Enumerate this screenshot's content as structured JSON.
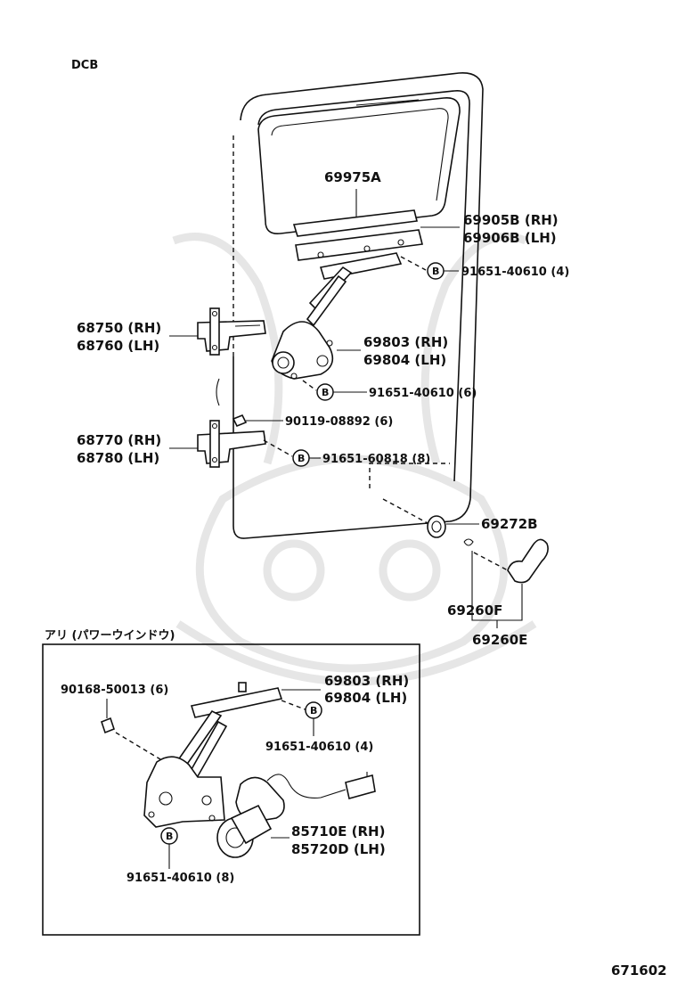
{
  "header": {
    "code": "DCB"
  },
  "labels": {
    "rail": "69975A",
    "channel_rh": "69905B (RH)",
    "channel_lh": "69906B (LH)",
    "bolt_top": "91651-40610 (4)",
    "upper_hinge_rh": "68750 (RH)",
    "upper_hinge_lh": "68760 (LH)",
    "regulator_rh": "69803 (RH)",
    "regulator_lh": "69804 (LH)",
    "bolt_mid": "91651-40610 (6)",
    "screw": "90119-08892 (6)",
    "lower_hinge_rh": "68770 (RH)",
    "lower_hinge_lh": "68780 (LH)",
    "bolt_lower": "91651-60818 (8)",
    "knob_washer": "69272B",
    "snap_ring": "69260F",
    "handle": "69260E"
  },
  "inset": {
    "title": "アリ (パワーウインドウ)",
    "screw": "90168-50013 (6)",
    "regulator_rh": "69803 (RH)",
    "regulator_lh": "69804 (LH)",
    "bolt_top": "91651-40610 (4)",
    "motor_rh": "85710E (RH)",
    "motor_lh": "85720D (LH)",
    "bolt_bottom": "91651-40610 (8)"
  },
  "bubble_letter": "B",
  "footer": {
    "diagram_number": "671602"
  }
}
